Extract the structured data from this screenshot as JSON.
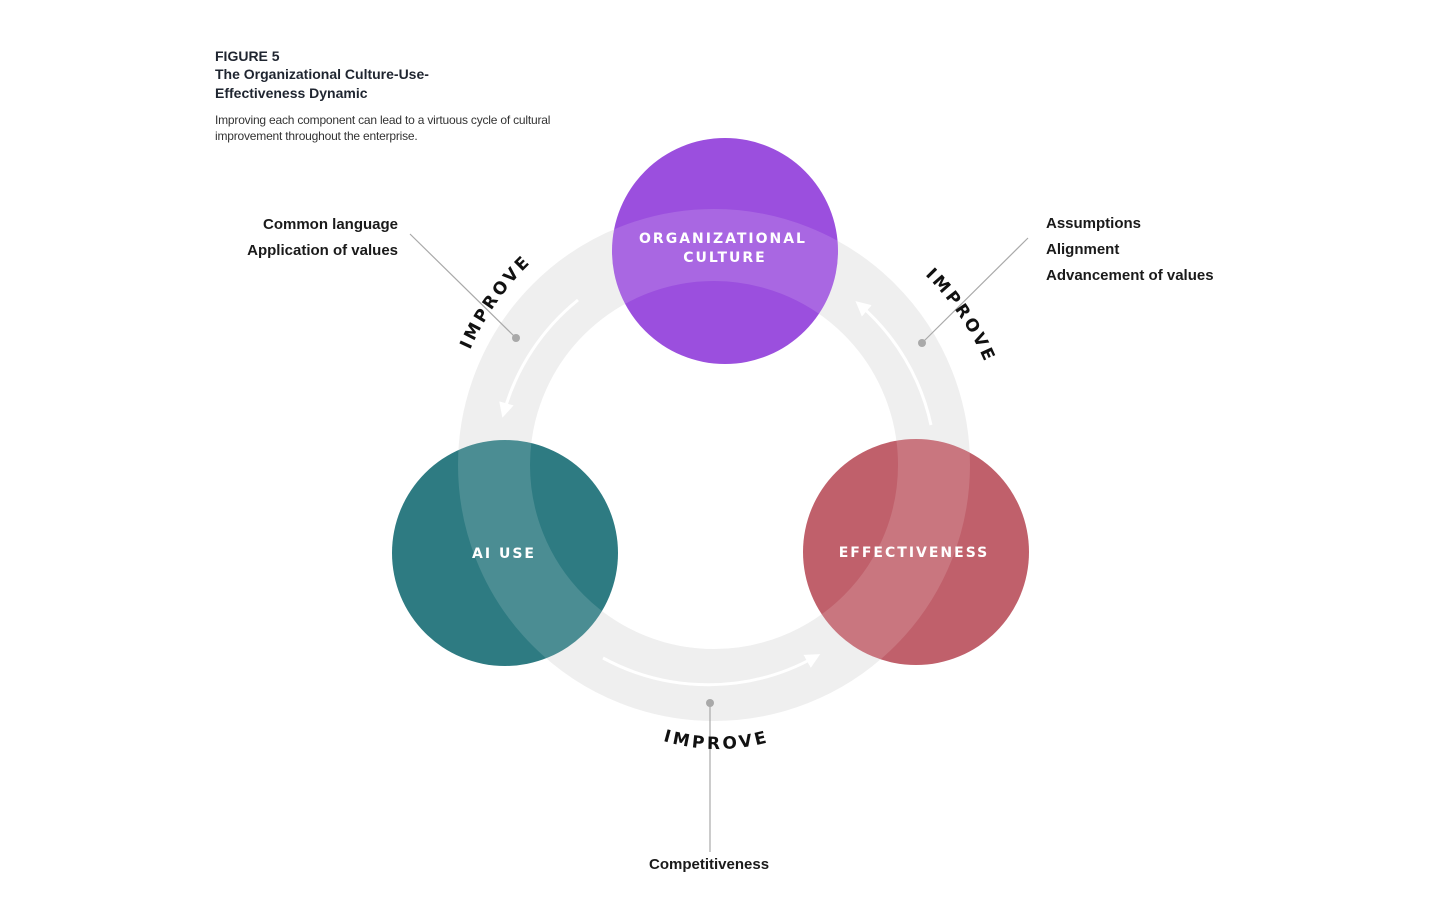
{
  "figure": {
    "label": "FIGURE 5",
    "title": "The Organizational Culture-Use-Effectiveness Dynamic",
    "subtitle": "Improving each component can lead to a virtuous cycle of cultural improvement throughout the enterprise."
  },
  "nodes": [
    {
      "id": "culture",
      "label_lines": [
        "ORGANIZATIONAL",
        "CULTURE"
      ],
      "color": "#9b4fde"
    },
    {
      "id": "ai-use",
      "label_lines": [
        "AI USE"
      ],
      "color": "#2e7b82"
    },
    {
      "id": "effectiveness",
      "label_lines": [
        "EFFECTIVENESS"
      ],
      "color": "#c0606b"
    }
  ],
  "cycle": {
    "ring_color": "#efefef",
    "arrow_color": "#ffffff",
    "improve_label": "IMPROVE"
  },
  "annotations": {
    "left": [
      "Common language",
      "Application of values"
    ],
    "right": [
      "Assumptions",
      "Alignment",
      "Advancement of values"
    ],
    "bottom": [
      "Competitiveness"
    ]
  }
}
